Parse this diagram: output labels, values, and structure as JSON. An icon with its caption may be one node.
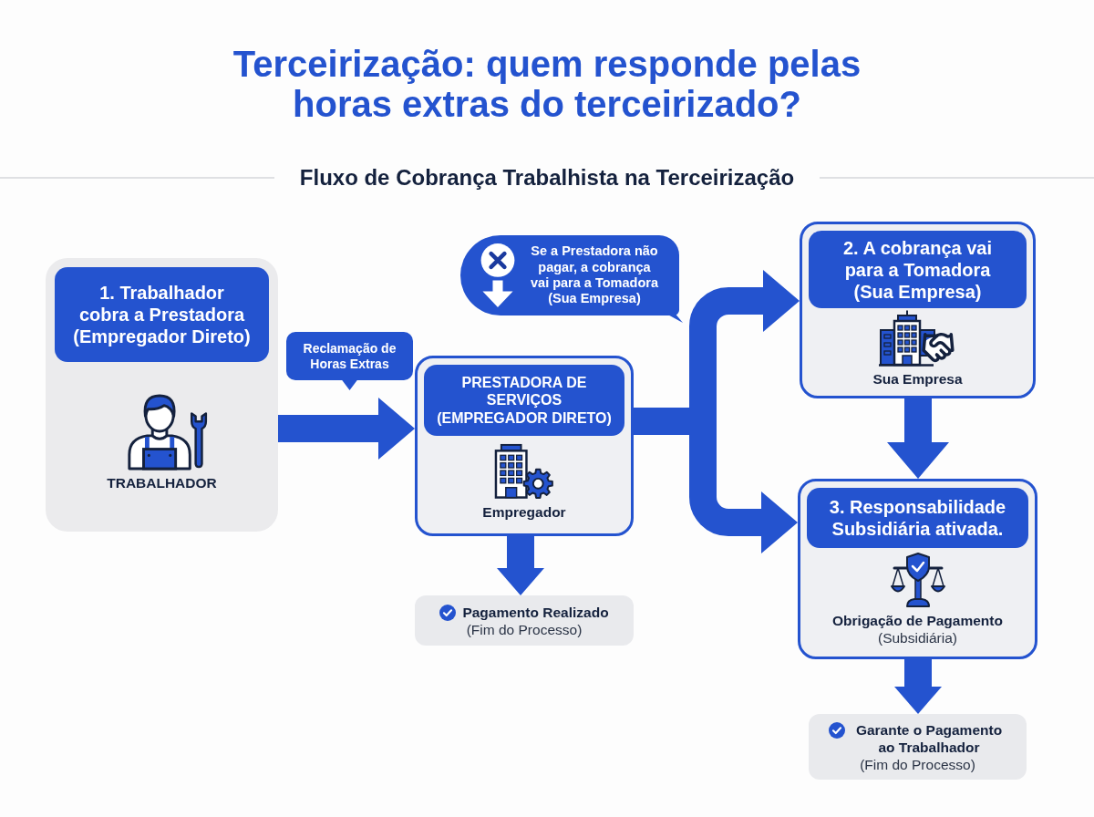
{
  "diagram": {
    "title": "Terceirização: quem responde pelas horas extras do terceirizado?",
    "nodes": [
      {
        "text": [
          "1. Trabalhador cobra a Prestadora (Empregador Direto)",
          "TRABALHADOR"
        ]
      },
      {
        "text": [
          "PRESTADORA DE SERVIÇOS (EMPREGADOR DIRETO)",
          "Empregador"
        ]
      },
      {
        "text": [
          "Pagamento Realizado",
          "(Fim do Processo)"
        ]
      },
      {
        "text": [
          "2. A cobrança vai para a Tomadora (Sua Empresa)",
          "Sua Empresa"
        ]
      },
      {
        "text": [
          "3. Responsabilidade Subsidiária ativada.",
          "Obrigação de Pagamento",
          "(Subsidiária)"
        ]
      },
      {
        "text": [
          "Garante o Pagamento ao Trabalhador",
          "(Fim do Processo)"
        ]
      }
    ],
    "edges": [
      {
        "from": 0,
        "to": 1,
        "arrow": "to",
        "label": "Reclamação de Horas Extras"
      },
      {
        "from": 1,
        "to": 2,
        "arrow": "to"
      },
      {
        "from": 1,
        "to": 3,
        "arrow": "to",
        "label": "Se a Prestadora não pagar, a cobrança vai para a Tomadora (Sua Empresa)"
      },
      {
        "from": 1,
        "to": 4,
        "arrow": "to"
      },
      {
        "from": 3,
        "to": 4,
        "arrow": "to"
      },
      {
        "from": 4,
        "to": 5,
        "arrow": "to"
      }
    ],
    "labels": [
      "Fluxo de Cobrança Trabalhista na Terceirização"
    ]
  }
}
